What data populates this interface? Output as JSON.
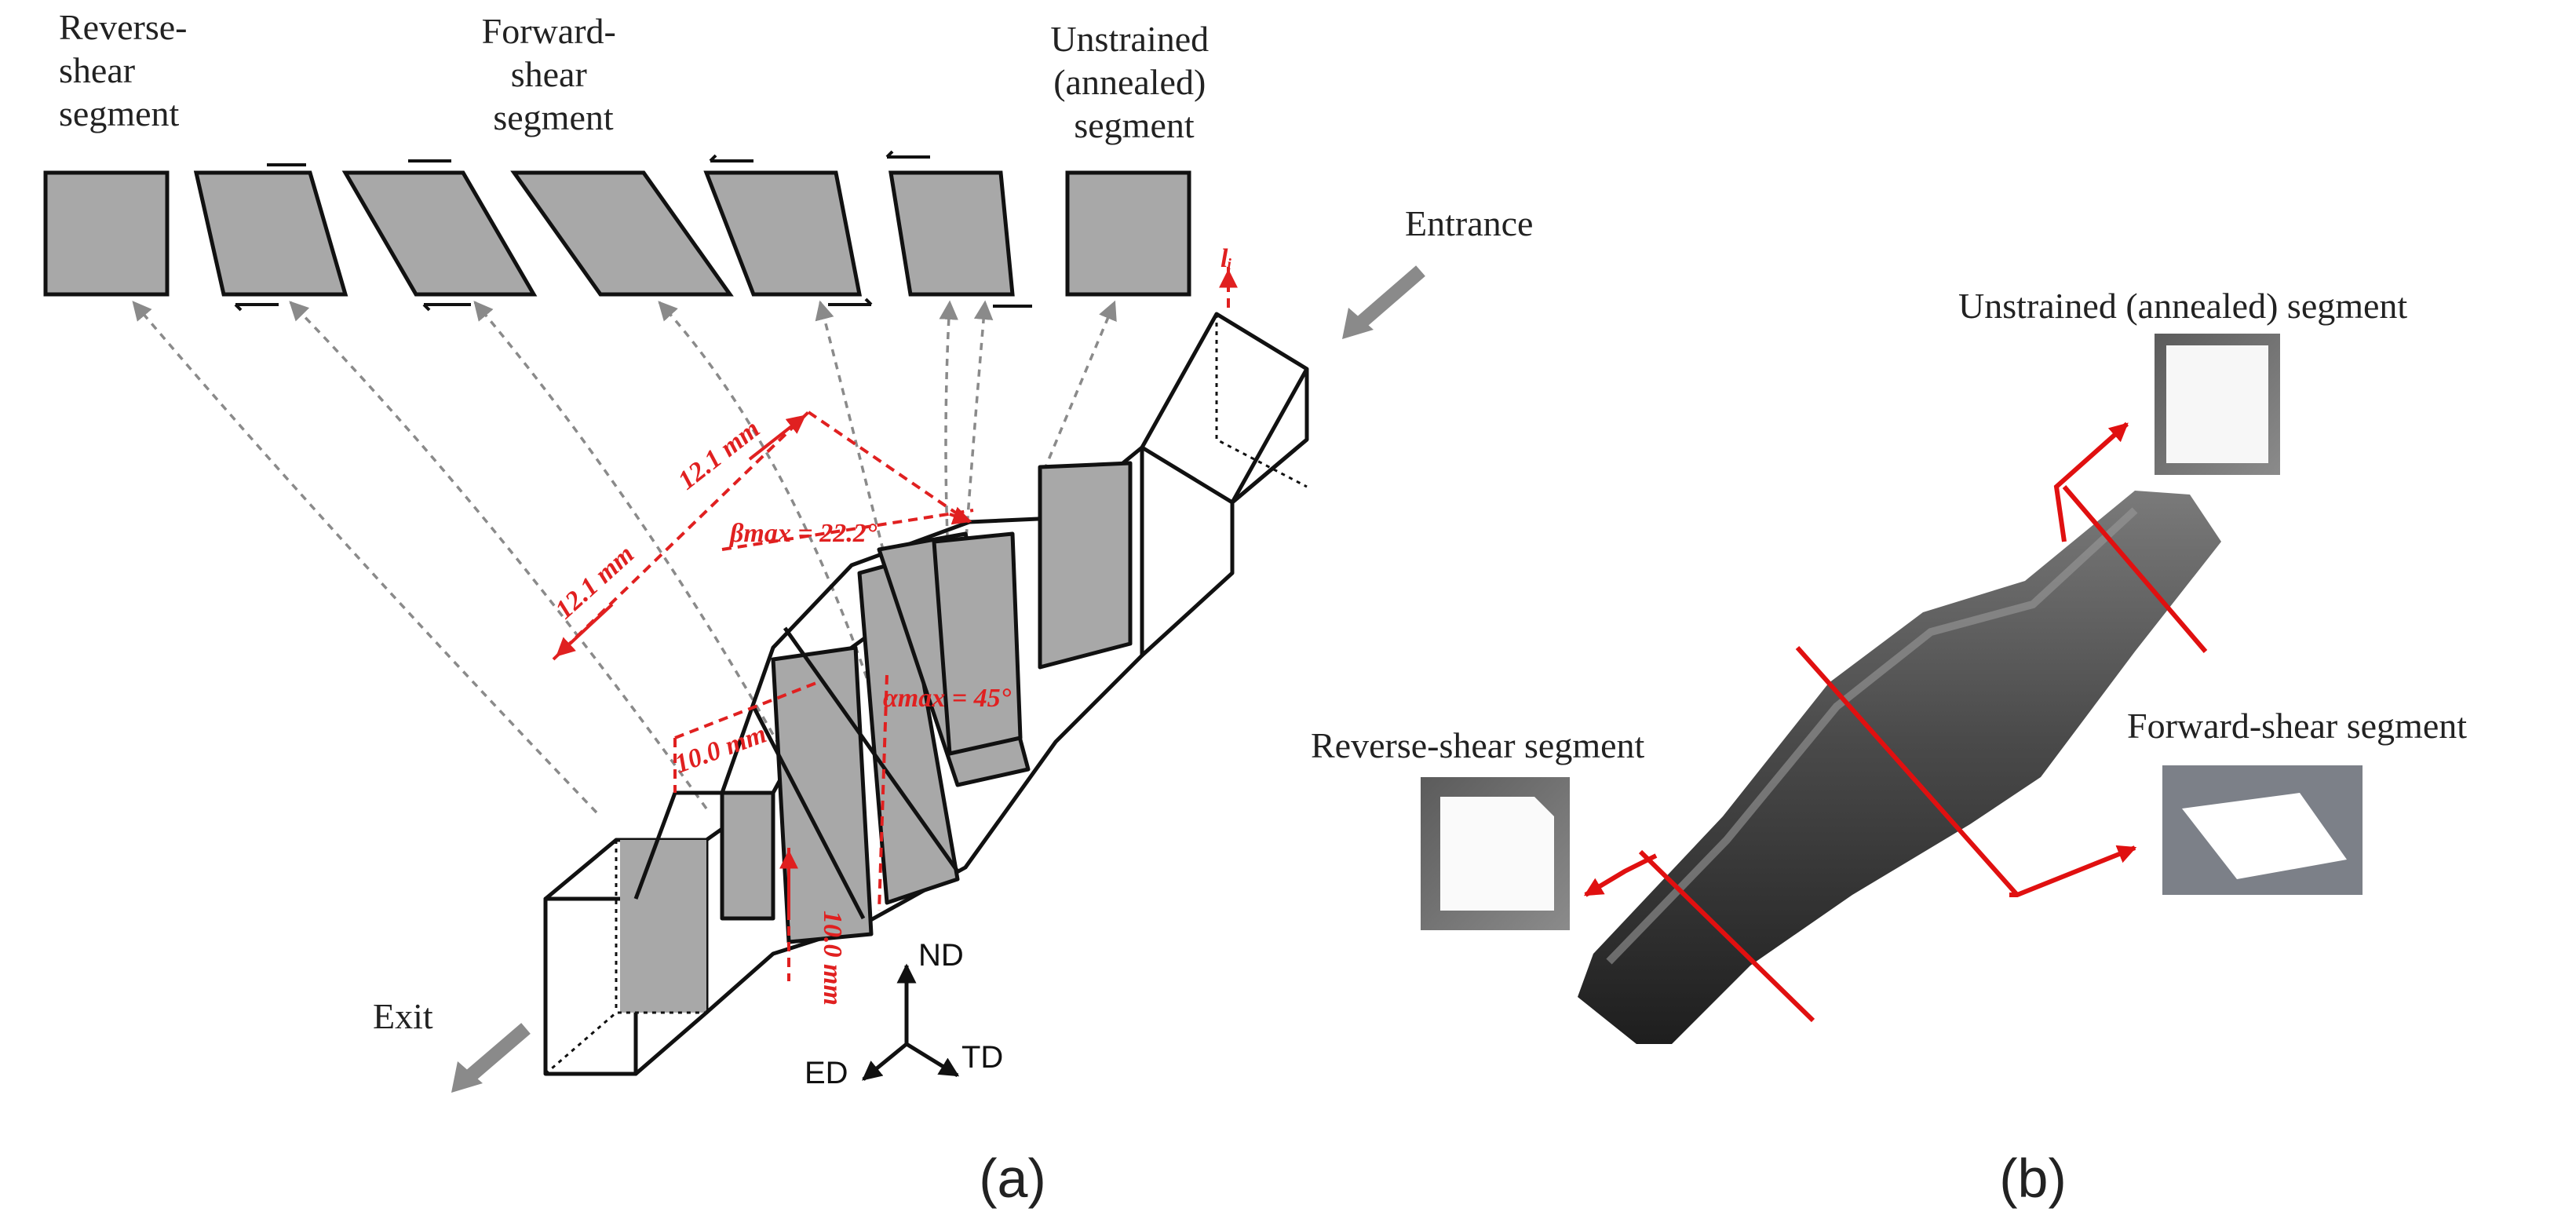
{
  "panel_a": {
    "caption": "(a)",
    "segment_labels": {
      "reverse_shear": [
        "Reverse-",
        "shear",
        "segment"
      ],
      "forward_shear": [
        "Forward-",
        "shear",
        "segment"
      ],
      "unstrained": [
        "Unstrained",
        "(annealed)",
        "segment"
      ]
    },
    "entrance_label": "Entrance",
    "exit_label": "Exit",
    "length_symbol": "lᵢ",
    "dimensions": {
      "d1": "12.1 mm",
      "d2": "12.1 mm",
      "d3": "10.0 mm",
      "d4": "10.0 mm"
    },
    "angles": {
      "beta": "βmax = 22.2°",
      "alpha": "αmax = 45°"
    },
    "axes": {
      "nd": "ND",
      "ed": "ED",
      "td": "TD"
    }
  },
  "panel_b": {
    "caption": "(b)",
    "unstrained_label": "Unstrained (annealed) segment",
    "reverse_label": "Reverse-shear segment",
    "forward_label": "Forward-shear segment"
  },
  "colors": {
    "segment_fill": "#a8a8a8",
    "dimension_red": "#e02020",
    "arrow_gray": "#8a8a8a",
    "cut_line_red": "#e01010"
  }
}
